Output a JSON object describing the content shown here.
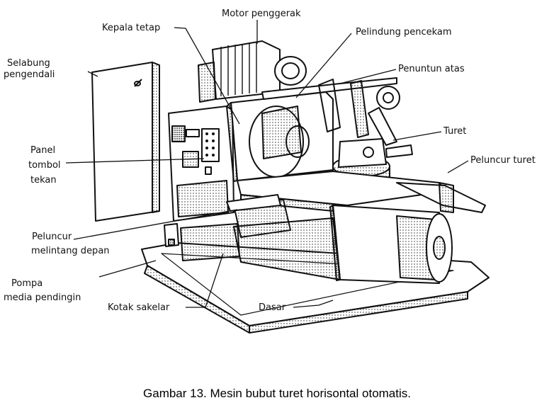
{
  "diagram": {
    "labels": {
      "motor": "Motor penggerak",
      "kepala": "Kepala tetap",
      "pelindung": "Pelindung pencekam",
      "penuntun": "Penuntun atas",
      "selabung1": "Selabung",
      "selabung2": "pengendali",
      "turet": "Turet",
      "peluncur_turet": "Peluncur turet",
      "panel1": "Panel",
      "panel2": "tombol",
      "panel3": "tekan",
      "peluncur_m1": "Peluncur",
      "peluncur_m2": "melintang depan",
      "pompa1": "Pompa",
      "pompa2": "media pendingin",
      "kotak": "Kotak sakelar",
      "dasar": "Dasar"
    },
    "caption": "Gambar 13. Mesin bubut turet horisontal otomatis."
  },
  "colors": {
    "ink": "#111111",
    "background": "#ffffff"
  }
}
